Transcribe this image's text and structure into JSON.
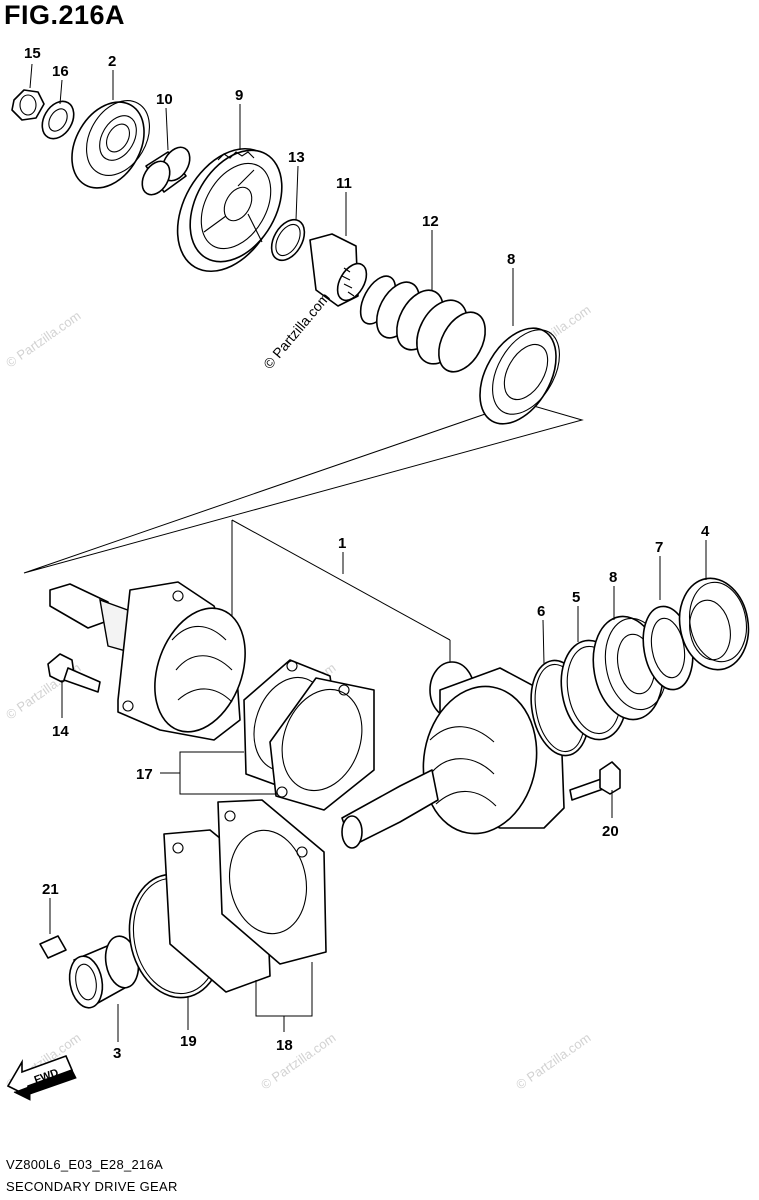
{
  "figure": {
    "title": "FIG.216A",
    "code": "VZ800L6_E03_E28_216A",
    "name": "SECONDARY DRIVE GEAR"
  },
  "watermark": {
    "main": "© Partzilla.com",
    "repeat": "© Partzilla.com"
  },
  "fwd_label": "FWD",
  "callouts": [
    "15",
    "16",
    "2",
    "10",
    "9",
    "13",
    "11",
    "12",
    "8",
    "1",
    "6",
    "5",
    "8",
    "7",
    "4",
    "14",
    "17",
    "20",
    "21",
    "19",
    "3",
    "18"
  ]
}
